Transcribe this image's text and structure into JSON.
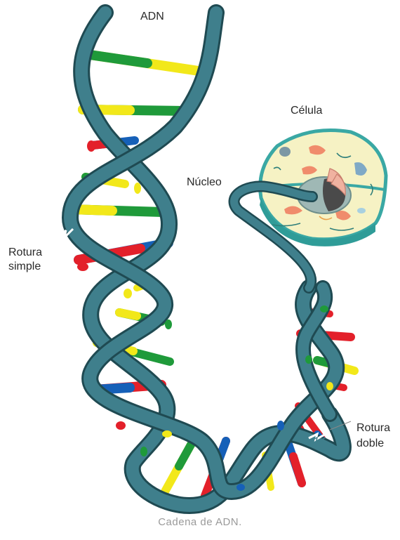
{
  "labels": {
    "adn": "ADN",
    "celula": "Célula",
    "nucleo": "Núcleo",
    "rotura_simple_1": "Rotura",
    "rotura_simple_2": "simple",
    "rotura_doble_1": "Rotura",
    "rotura_doble_2": "doble"
  },
  "caption": "Cadena de ADN.",
  "colors": {
    "strand": "#3f7f8c",
    "strand_dark": "#2b5c66",
    "strand_edge": "#1f4a52",
    "base_green": "#1f9a3a",
    "base_yellow": "#f2e81a",
    "base_red": "#e3202a",
    "base_blue": "#1660b8",
    "cytoplasm": "#f6f2c4",
    "cell_membrane": "#3aa8a4"
  },
  "icons": [
    "dna-double-helix",
    "cell-icon",
    "nucleus-icon",
    "single-break-mark",
    "double-break-mark"
  ]
}
